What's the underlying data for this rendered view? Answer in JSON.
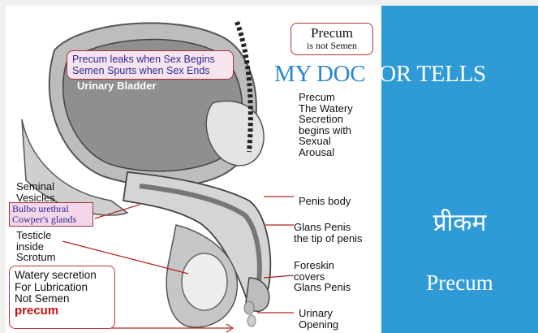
{
  "overlay": {
    "title_blue_part": "MY DOC",
    "title_white_part": "TOR TELLS"
  },
  "sidepanel": {
    "hindi_title": "प्रीकम",
    "latin_title": "Precum"
  },
  "boxes": {
    "precum_not_semen": {
      "line1": "Precum",
      "line2": "is not Semen"
    },
    "leaks": {
      "line1": "Precum leaks when Sex Begins",
      "line2": "Semen Spurts when Sex Ends"
    },
    "bulbo": {
      "line1": "Bulbo urethral",
      "line2": "Cowper's glands"
    },
    "watery": {
      "line1": "Watery secretion",
      "line2": "For Lubrication",
      "line3": "Not Semen",
      "highlight": "precum"
    }
  },
  "labels": {
    "urinary_bladder": "Urinary\nBladder",
    "precum_desc": "Precum\nThe Watery\nSecretion\nbegins with\nSexual\nArousal",
    "seminal_vesicles": "Seminal\nVesicles",
    "testicle": "Testicle\ninside\nScrotum",
    "penis_body": "Penis body",
    "glans_penis": "Glans Penis\nthe tip of penis",
    "foreskin": "Foreskin\ncovers\nGlans Penis",
    "urinary_opening": "Urinary\nOpening"
  },
  "colors": {
    "panel": "#2f9bd6",
    "tissue": "#d9d9d9",
    "tissue_dark": "#8a8a8a",
    "leader": "#b32020",
    "leak_box": "#f7e4ef"
  }
}
